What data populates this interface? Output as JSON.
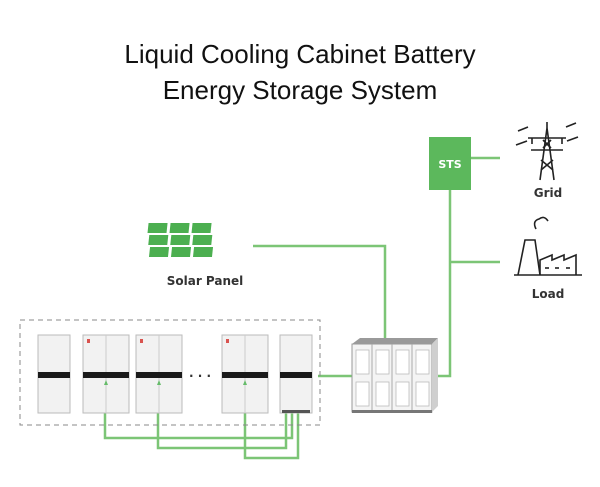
{
  "title": {
    "line1": "Liquid Cooling Cabinet Battery",
    "line2": "Energy Storage System"
  },
  "labels": {
    "sts": "STS",
    "grid": "Grid",
    "solar_panel": "Solar Panel",
    "load": "Load",
    "ellipsis": "· · ·"
  },
  "colors": {
    "connection_line": "#7cc576",
    "sts_box": "#5cb85c",
    "solar_cell": "#4caf50",
    "dashed_border": "#888888",
    "cabinet_body": "#f2f2f2",
    "cabinet_band": "#1a1a1a",
    "marker_red": "#d9534f",
    "marker_green": "#66bb6a"
  },
  "icons": [
    "solar-panel-icon",
    "grid-tower-icon",
    "factory-load-icon",
    "sts-box",
    "battery-cabinet",
    "power-conversion-cabinet"
  ]
}
